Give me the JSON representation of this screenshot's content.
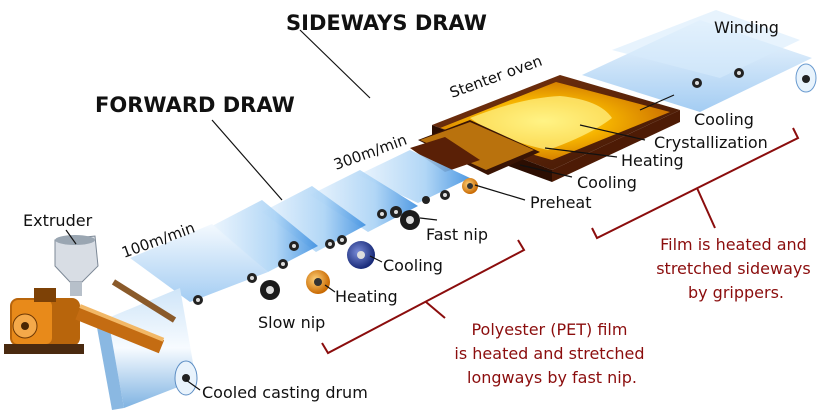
{
  "headers": {
    "sideways": "SIDEWAYS DRAW",
    "forward": "FORWARD DRAW"
  },
  "labels": {
    "winding": "Winding",
    "stenter_oven": "Stenter oven",
    "cooling_top": "Cooling",
    "crystallization": "Crystallization",
    "heating_top": "Heating",
    "cooling_mid": "Cooling",
    "preheat": "Preheat",
    "speed_fast": "300m/min",
    "fast_nip": "Fast nip",
    "cooling_low": "Cooling",
    "heating_low": "Heating",
    "slow_nip": "Slow nip",
    "speed_slow": "100m/min",
    "extruder": "Extruder",
    "casting_drum": "Cooled casting drum"
  },
  "notes": {
    "sideways": [
      "Film is heated and",
      "stretched sideways",
      "by grippers."
    ],
    "forward": [
      "Polyester (PET) film",
      "is heated and stretched",
      "longways by fast nip."
    ]
  },
  "colors": {
    "note_red": "#8b0d0d",
    "film_blue": "#5aa8e8",
    "oven_dark": "#5a1e06",
    "oven_glow": "#f5a800",
    "roller_heat": "#e8901a"
  }
}
